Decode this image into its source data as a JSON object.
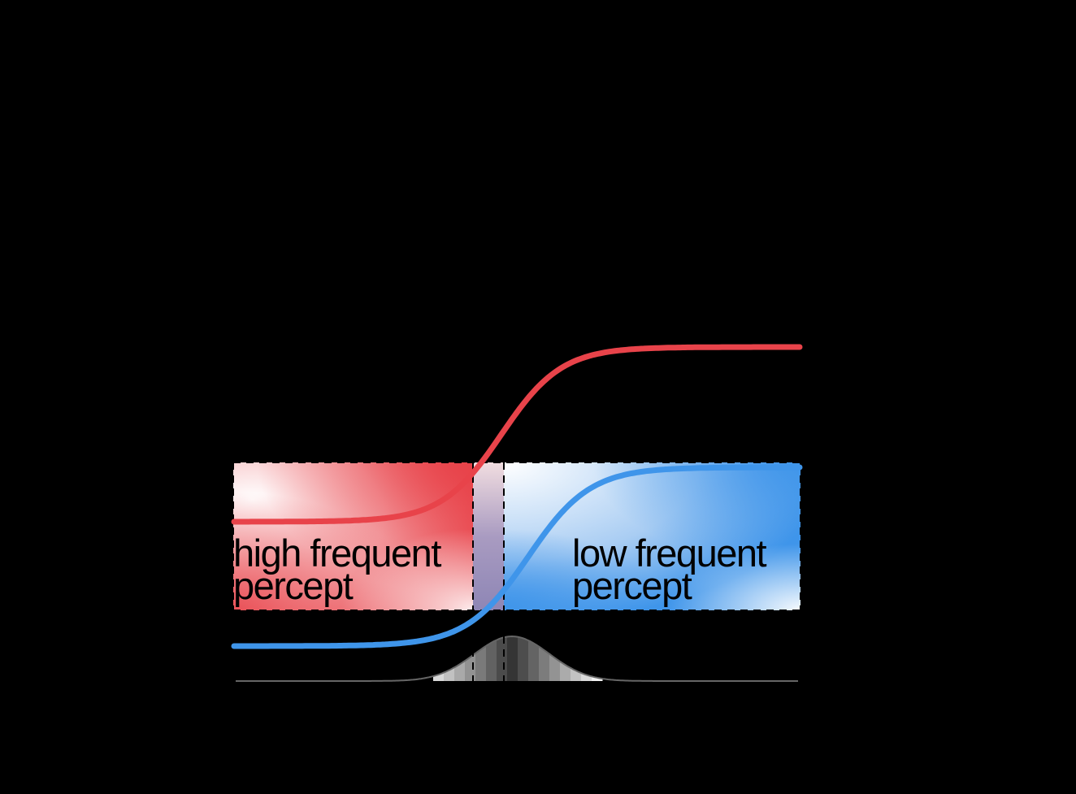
{
  "regions": {
    "high": {
      "label_line1": "high frequent",
      "label_line2": "percept",
      "color": "#e8434a"
    },
    "low": {
      "label_line1": "low frequent",
      "label_line2": "percept",
      "color": "#3f95ea"
    },
    "overlap_color": "#8e86b5"
  },
  "curves": {
    "red_color": "#e8434a",
    "blue_color": "#3f95ea",
    "distribution_color": "#666666"
  }
}
